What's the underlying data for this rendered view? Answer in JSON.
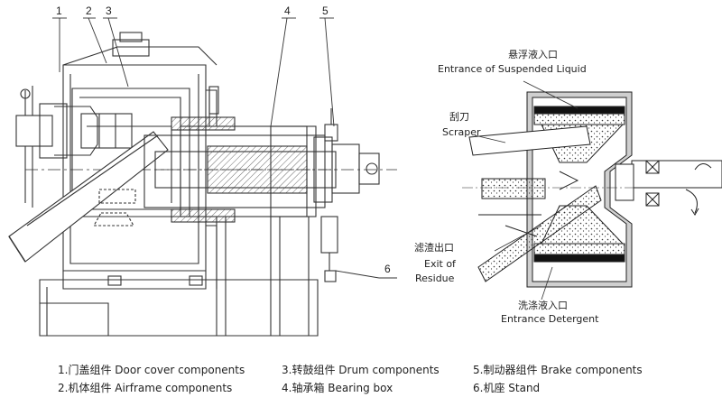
{
  "callouts": {
    "n1": "1",
    "n2": "2",
    "n3": "3",
    "n4": "4",
    "n5": "5",
    "n6": "6"
  },
  "detail": {
    "suspended_cn": "悬浮液入口",
    "suspended_en": "Entrance of Suspended Liquid",
    "scraper_cn": "刮刀",
    "scraper_en": "Scraper",
    "residue_cn": "滤渣出口",
    "residue_en1": "Exit of",
    "residue_en2": "Residue",
    "detergent_cn": "洗涤液入口",
    "detergent_en": "Entrance Detergent"
  },
  "legend": {
    "item1": "1.门盖组件 Door cover components",
    "item2": "2.机体组件 Airframe components",
    "item3": "3.转鼓组件 Drum components",
    "item4": "4.轴承箱 Bearing box",
    "item5": "5.制动器组件 Brake components",
    "item6": "6.机座 Stand"
  }
}
